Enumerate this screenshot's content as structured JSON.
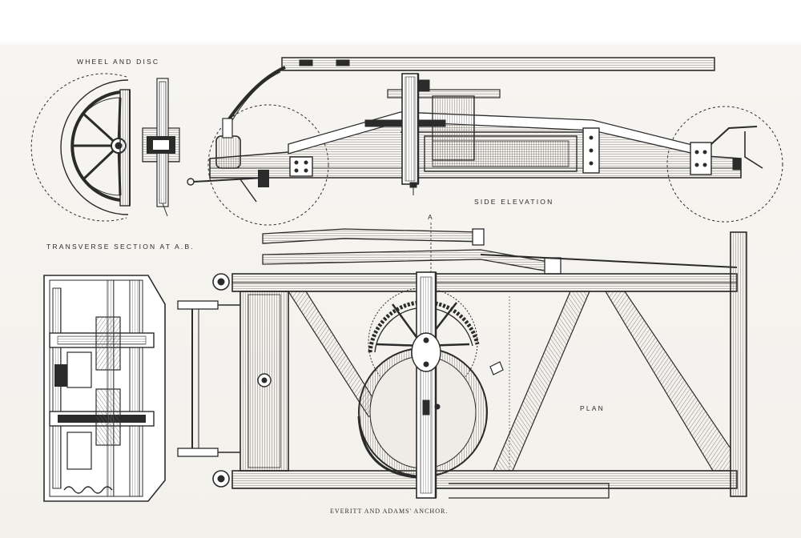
{
  "labels": {
    "wheel_and_disc": "WHEEL AND DISC",
    "side_elevation": "SIDE ELEVATION",
    "transverse_section": "TRANSVERSE SECTION AT A.B.",
    "plan": "PLAN",
    "marker_a": "A",
    "caption": "EVERITT AND ADAMS' ANCHOR."
  },
  "colors": {
    "ink": "#2b2b2b",
    "paper": "#f3f1ec",
    "hatch": "#9a9590"
  }
}
